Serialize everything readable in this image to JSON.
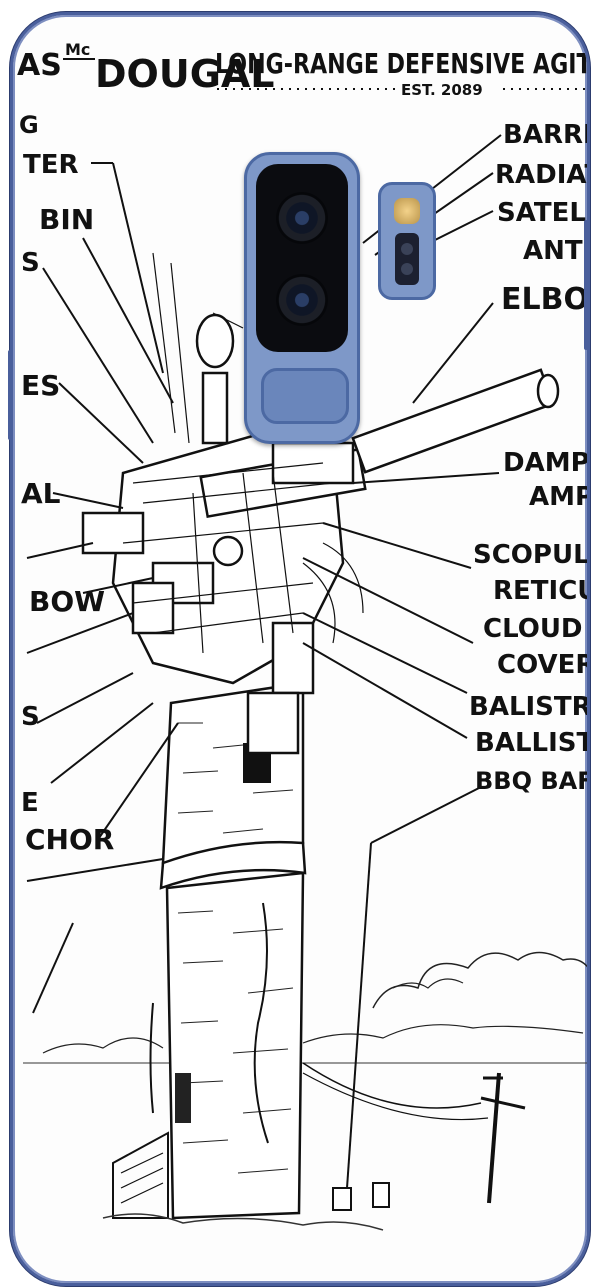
{
  "title": {
    "prefix": "AS",
    "mc": "Mc",
    "name": "DOUGAL",
    "rest": "LONG-RANGE DEFENSIVE AGITA",
    "est": "EST. 2089"
  },
  "labels_right": [
    "BARRE",
    "RADIATO",
    "SATELL",
    "ANTI",
    "ELBOV",
    "DAMPI",
    "AMP",
    "SCOPULA",
    "RETICUL",
    "CLOUD",
    "COVER",
    "BALISTRI",
    "BALLISTA",
    "BBQ BAF"
  ],
  "labels_left": [
    "G",
    "TER",
    "BIN",
    "S",
    "ES",
    "AL",
    "BOW",
    "S",
    "E",
    "CHOR"
  ],
  "device": {
    "case_color": "#4a5f9c",
    "module_color": "#7e98c8"
  }
}
